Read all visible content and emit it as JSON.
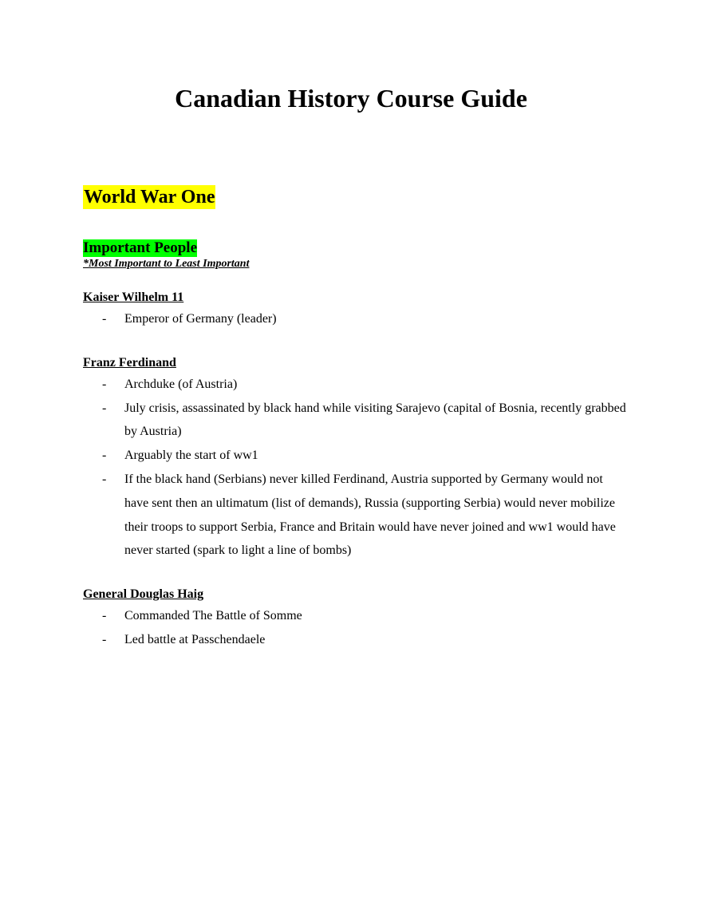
{
  "document": {
    "title": "Canadian History Course Guide",
    "section": {
      "heading": "World War One",
      "highlight_color": "#ffff00",
      "subheading": "Important People",
      "subheading_highlight_color": "#00ff00",
      "note": "*Most Important to Least Important",
      "bullet": "-",
      "people": [
        {
          "name": "Kaiser Wilhelm 11",
          "points": [
            "Emperor of Germany (leader)"
          ]
        },
        {
          "name": "Franz Ferdinand",
          "points": [
            "Archduke (of Austria)",
            "July crisis, assassinated by black hand while visiting Sarajevo (capital of Bosnia, recently grabbed by Austria)",
            "Arguably the start of ww1",
            "If the black hand (Serbians) never killed Ferdinand, Austria supported by Germany would not have sent then an ultimatum (list of demands), Russia (supporting Serbia) would never mobilize their troops to support Serbia, France and Britain would have never joined and ww1 would have never started (spark to light a line of bombs)"
          ]
        },
        {
          "name": "General Douglas Haig",
          "points": [
            "Commanded The Battle of Somme",
            "Led battle at Passchendaele"
          ]
        }
      ]
    }
  }
}
